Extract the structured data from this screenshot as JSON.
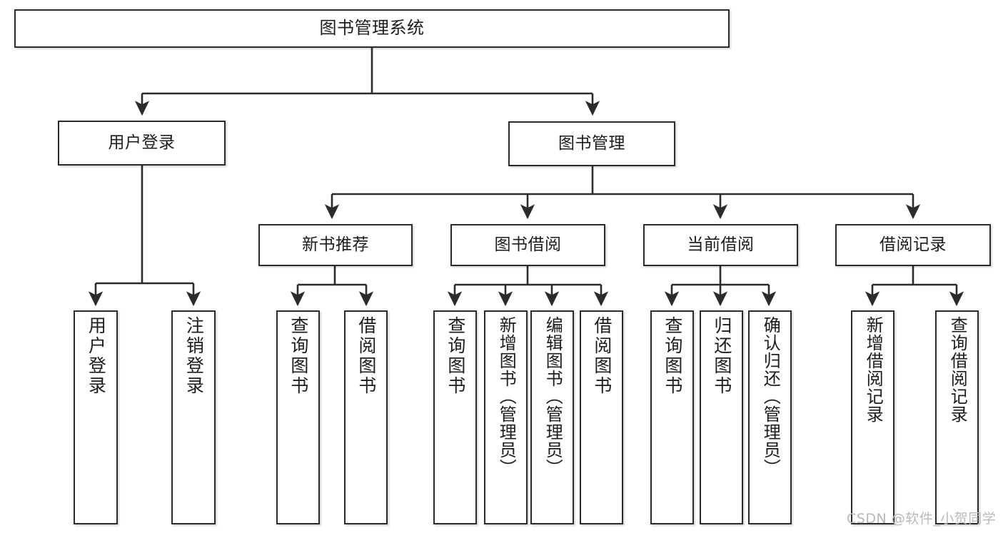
{
  "diagram": {
    "type": "function-tree",
    "title": "图书管理系统",
    "root": {
      "label": "图书管理系统"
    },
    "level2": [
      {
        "label": "用户登录"
      },
      {
        "label": "图书管理"
      }
    ],
    "level3": [
      {
        "label": "新书推荐"
      },
      {
        "label": "图书借阅"
      },
      {
        "label": "当前借阅"
      },
      {
        "label": "借阅记录"
      }
    ],
    "leaves": {
      "user_login": [
        {
          "label": "用户登录"
        },
        {
          "label": "注销登录"
        }
      ],
      "new_book_recommend": [
        {
          "label": "查询图书"
        },
        {
          "label": "借阅图书"
        }
      ],
      "book_borrow": [
        {
          "label": "查询图书"
        },
        {
          "label": "新增图书（管理员）"
        },
        {
          "label": "编辑图书（管理员）"
        },
        {
          "label": "借阅图书"
        }
      ],
      "current_borrow": [
        {
          "label": "查询图书"
        },
        {
          "label": "归还图书"
        },
        {
          "label": "确认归还（管理员）"
        }
      ],
      "borrow_record": [
        {
          "label": "新增借阅记录"
        },
        {
          "label": "查询借阅记录"
        }
      ]
    },
    "watermark": "CSDN @软件_小贺同学",
    "colors": {
      "stroke": "#2b2b2b",
      "fill": "#ffffff",
      "text": "#1c1c1c",
      "watermark": "#b9b9b9"
    }
  }
}
